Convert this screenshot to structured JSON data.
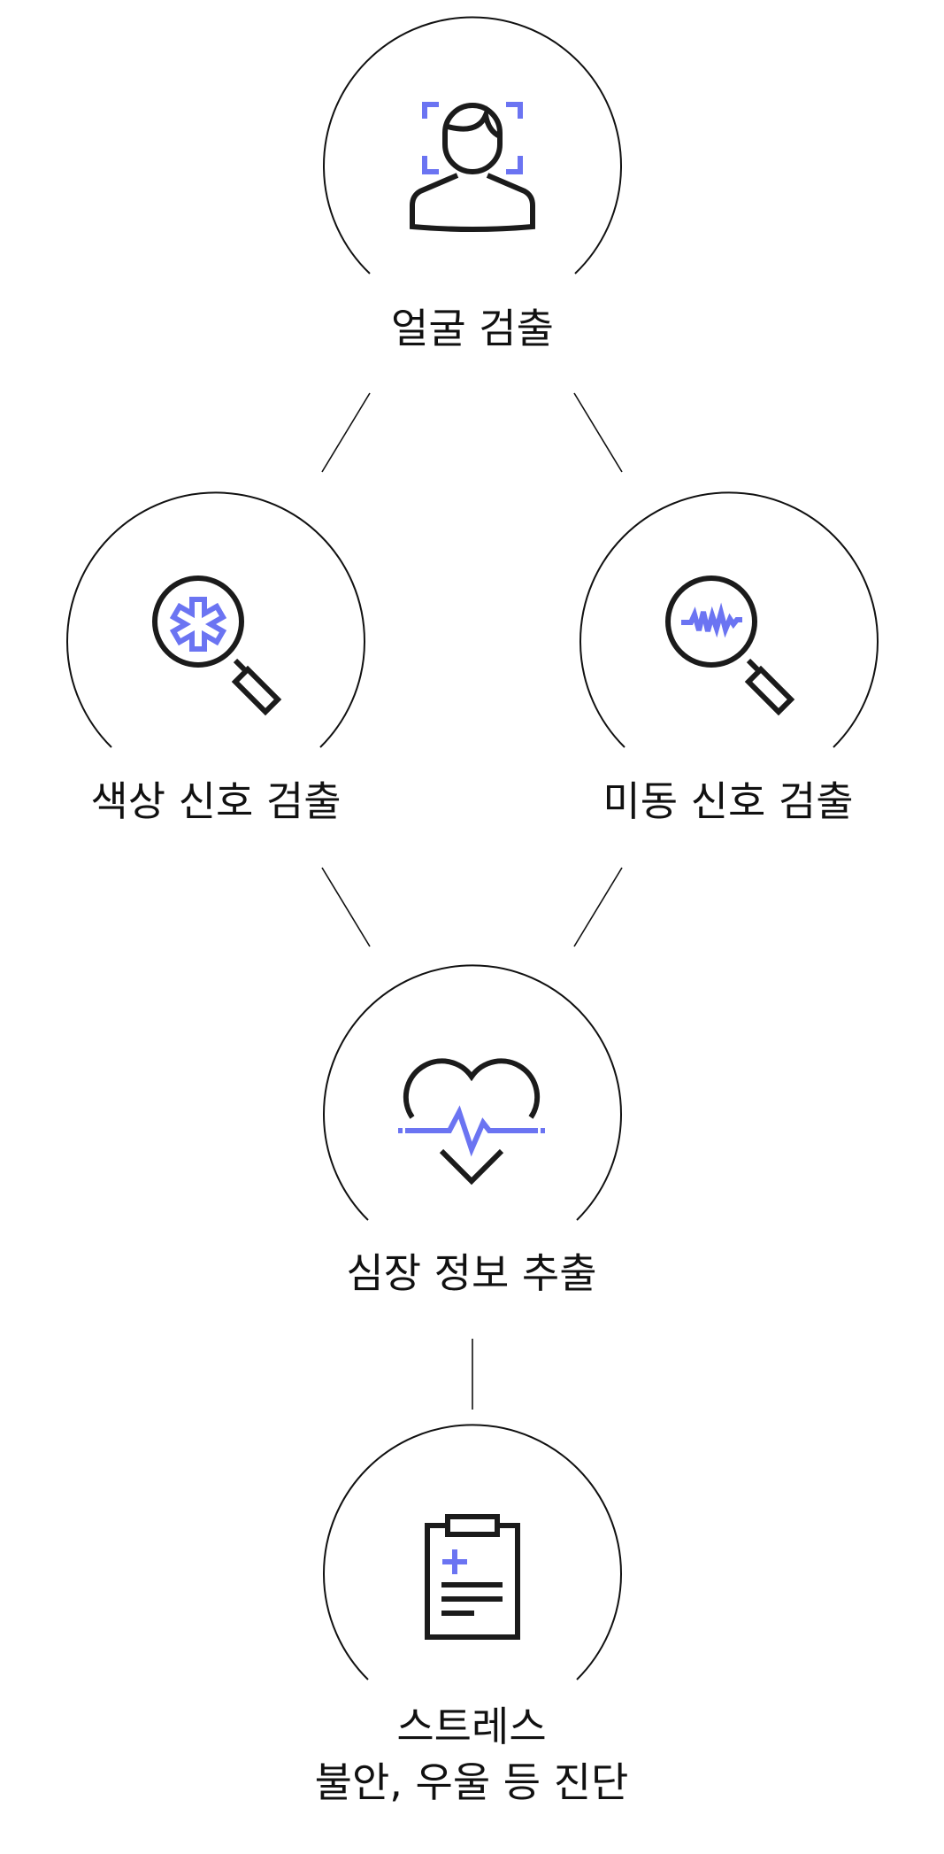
{
  "colors": {
    "accent": "#6b74f2",
    "stroke": "#1b1b1b"
  },
  "nodes": {
    "face_detection": {
      "label": "얼굴 검출",
      "icon": "face-scan-icon"
    },
    "color_signal": {
      "label": "색상 신호 검출",
      "icon": "magnifier-medical-icon"
    },
    "motion_signal": {
      "label": "미동 신호 검출",
      "icon": "magnifier-waveform-icon"
    },
    "heart_info": {
      "label": "심장 정보 추출",
      "icon": "heart-pulse-icon"
    },
    "diagnosis": {
      "label_line1": "스트레스",
      "label_line2": "불안, 우울 등 진단",
      "icon": "medical-clipboard-icon"
    }
  }
}
